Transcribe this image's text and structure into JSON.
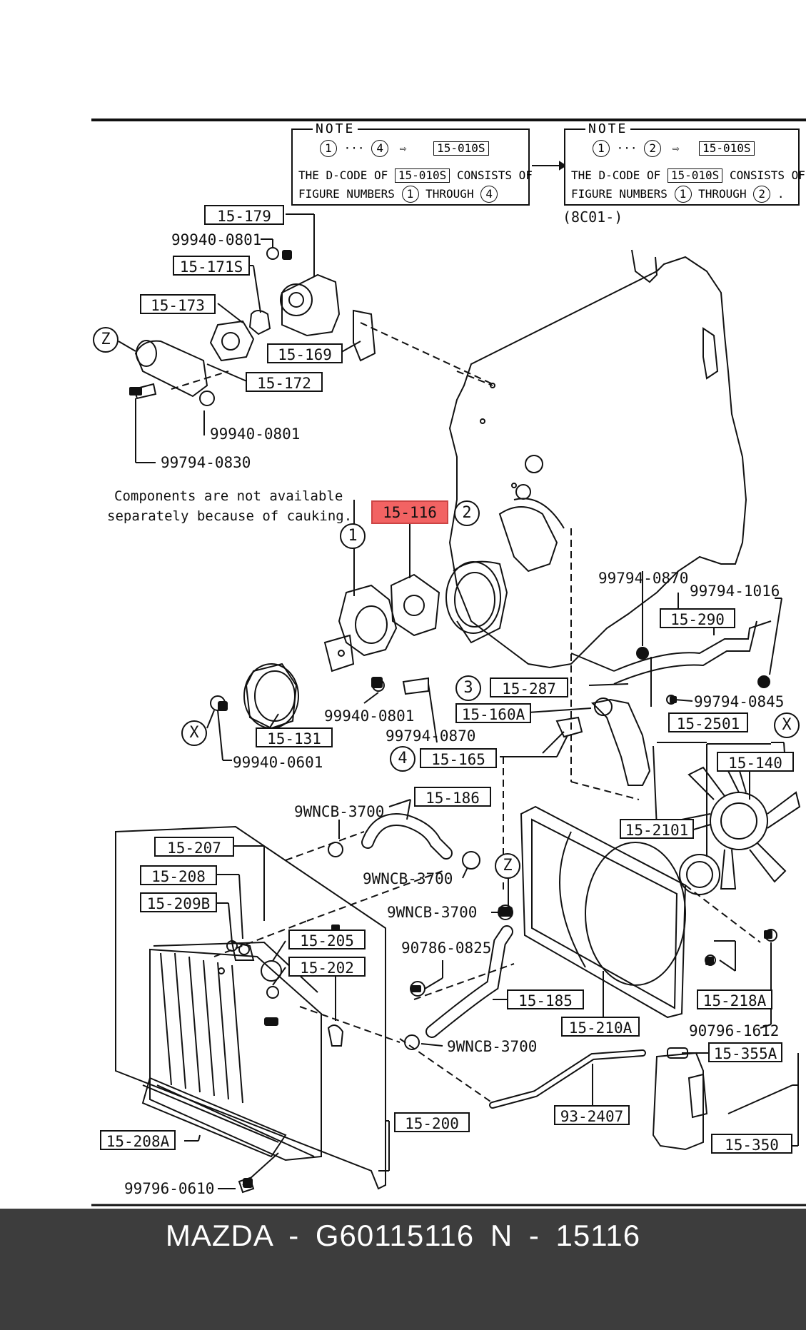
{
  "note_left": {
    "title": "NOTE",
    "range_start": "1",
    "range_sep": "···",
    "range_end": "4",
    "arrow": "⇨",
    "code": "15-010S",
    "line2_pre": "THE D-CODE OF",
    "line2_code": "15-010S",
    "line2_post": "CONSISTS OF",
    "line3_pre": "FIGURE NUMBERS",
    "line3_a": "1",
    "line3_mid": "THROUGH",
    "line3_b": "4"
  },
  "note_right": {
    "title": "NOTE",
    "range_start": "1",
    "range_sep": "···",
    "range_end": "2",
    "arrow": "⇨",
    "code": "15-010S",
    "line2_pre": "THE D-CODE OF",
    "line2_code": "15-010S",
    "line2_post": "CONSISTS OF",
    "line3_pre": "FIGURE NUMBERS",
    "line3_a": "1",
    "line3_mid": "THROUGH",
    "line3_b": "2",
    "line3_end": ".",
    "serial": "(8C01-)"
  },
  "caption": {
    "line1": "Components are not available",
    "line2": "separately because of cauking."
  },
  "highlight_color": "#f26363",
  "part_boxes": {
    "p15_179": "15-179",
    "p15_171s": "15-171S",
    "p15_173": "15-173",
    "p15_169": "15-169",
    "p15_172": "15-172",
    "p15_116": "15-116",
    "p15_290": "15-290",
    "p15_287": "15-287",
    "p15_160a": "15-160A",
    "p15_165": "15-165",
    "p15_131": "15-131",
    "p15_2501": "15-2501",
    "p15_140": "15-140",
    "p15_186": "15-186",
    "p15_2101": "15-2101",
    "p15_207": "15-207",
    "p15_208": "15-208",
    "p15_209b": "15-209B",
    "p15_205": "15-205",
    "p15_202": "15-202",
    "p15_185": "15-185",
    "p15_210a": "15-210A",
    "p15_218a": "15-218A",
    "p15_355a": "15-355A",
    "p15_200": "15-200",
    "p93_2407": "93-2407",
    "p15_208a": "15-208A",
    "p15_350": "15-350"
  },
  "part_numbers": {
    "n99940_0801_a": "99940-0801",
    "n99940_0801_b": "99940-0801",
    "n99794_0830": "99794-0830",
    "n99794_0870_a": "99794-0870",
    "n99794_1016": "99794-1016",
    "n99940_0801_c": "99940-0801",
    "n99794_0870_b": "99794-0870",
    "n99794_0845": "99794-0845",
    "n99940_0601": "99940-0601",
    "n9wncb_a": "9WNCB-3700",
    "n9wncb_b": "9WNCB-3700",
    "n9wncb_c": "9WNCB-3700",
    "n90786_0825": "90786-0825",
    "n9wncb_d": "9WNCB-3700",
    "n90796_1612": "90796-1612",
    "n99796_0610": "99796-0610"
  },
  "callouts": {
    "z_top": "Z",
    "c2": "2",
    "c1": "1",
    "c3": "3",
    "c4": "4",
    "x_left": "X",
    "x_right": "X",
    "z_mid": "Z"
  },
  "footer": {
    "text": "MAZDA - G60115116   N - 15116"
  }
}
